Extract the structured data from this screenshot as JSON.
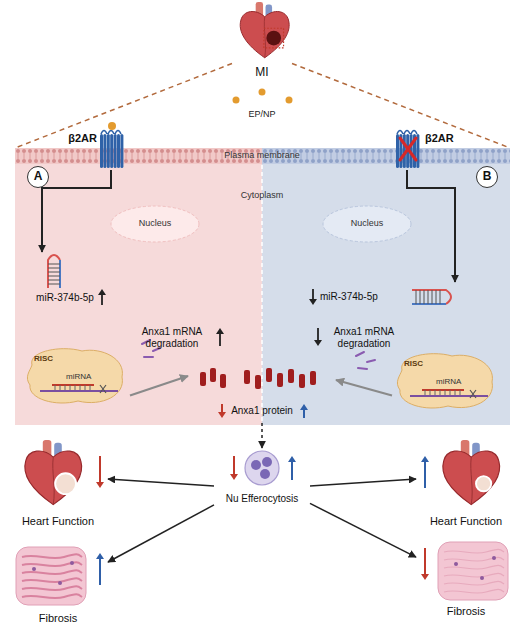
{
  "diagram": {
    "nodes": [
      {
        "text": [
          "MI"
        ]
      },
      {
        "text": [
          "A"
        ]
      },
      {
        "text": [
          "B"
        ]
      },
      {
        "text": [
          "β2AR"
        ],
        "in": 1
      },
      {
        "text": [
          "Nucleus"
        ],
        "in": 1
      },
      {
        "text": [
          "miR-374b-5p"
        ],
        "in": 1
      },
      {
        "text": [
          "RISC",
          "miRNA"
        ],
        "in": 1
      },
      {
        "text": [
          "β2AR"
        ],
        "in": 2
      },
      {
        "text": [
          "Nucleus"
        ],
        "in": 2
      },
      {
        "text": [
          "miR-374b-5p"
        ],
        "in": 2
      },
      {
        "text": [
          "RISC",
          "miRNA"
        ],
        "in": 2
      },
      {
        "text": [
          "Anxa1 protein"
        ]
      },
      {
        "text": [
          "Nu Efferocytosis"
        ]
      },
      {
        "text": [
          "Heart Function"
        ]
      },
      {
        "text": [
          "Fibrosis"
        ]
      },
      {
        "text": [
          "Heart Function"
        ]
      },
      {
        "text": [
          "Fibrosis"
        ]
      }
    ],
    "edges": [
      {
        "from": 0,
        "to": 1,
        "arrow": "none"
      },
      {
        "from": 0,
        "to": 2,
        "arrow": "none"
      },
      {
        "from": 3,
        "to": 5,
        "arrow": "to"
      },
      {
        "from": 7,
        "to": 9,
        "arrow": "to"
      },
      {
        "from": 6,
        "to": 11,
        "arrow": "to"
      },
      {
        "from": 10,
        "to": 11,
        "arrow": "to"
      },
      {
        "from": 11,
        "to": 12,
        "arrow": "to"
      },
      {
        "from": 12,
        "to": 13,
        "arrow": "to"
      },
      {
        "from": 12,
        "to": 14,
        "arrow": "to"
      },
      {
        "from": 12,
        "to": 15,
        "arrow": "to"
      },
      {
        "from": 12,
        "to": 16,
        "arrow": "to"
      }
    ],
    "labels": [
      "EP/NP",
      "Plasma membrane",
      "Cytoplasm",
      "Anxa1 mRNA degradation",
      "Anxa1 mRNA degradation"
    ]
  }
}
